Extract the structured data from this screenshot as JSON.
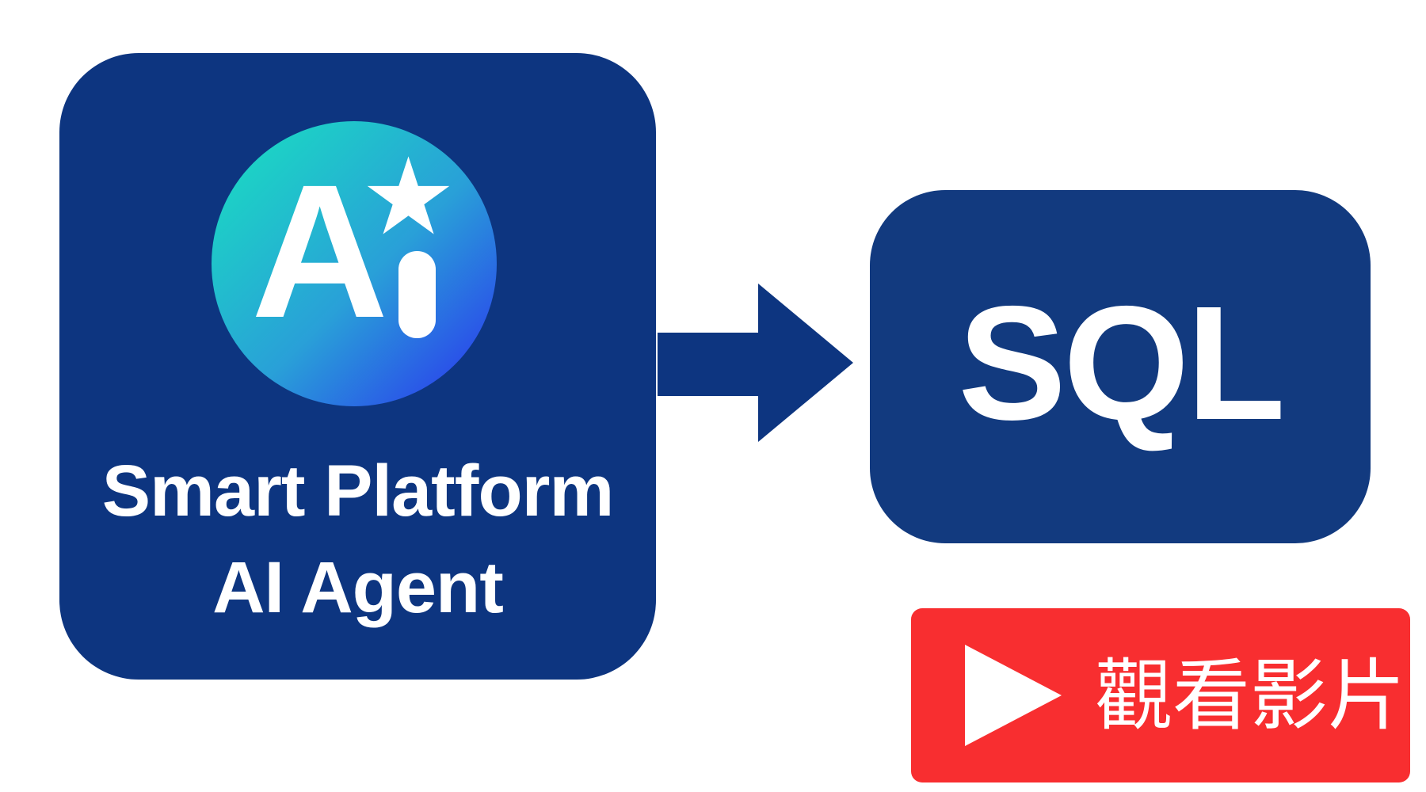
{
  "canvas": {
    "background": "#ffffff"
  },
  "colors": {
    "navy": "#0d3580",
    "sql_navy": "#123a7f",
    "red": "#f82e30",
    "white": "#ffffff",
    "circle_gradient_start": "#18e2c0",
    "circle_gradient_end": "#2a2ff0"
  },
  "agent_card": {
    "logo_letter": "A",
    "star_icon": "★",
    "title_line1": "Smart Platform",
    "title_line2": "AI Agent"
  },
  "flow": {
    "arrow_icon": "right-arrow"
  },
  "sql_box": {
    "label": "SQL"
  },
  "video_button": {
    "label": "觀看影片",
    "play_icon": "play-triangle"
  }
}
